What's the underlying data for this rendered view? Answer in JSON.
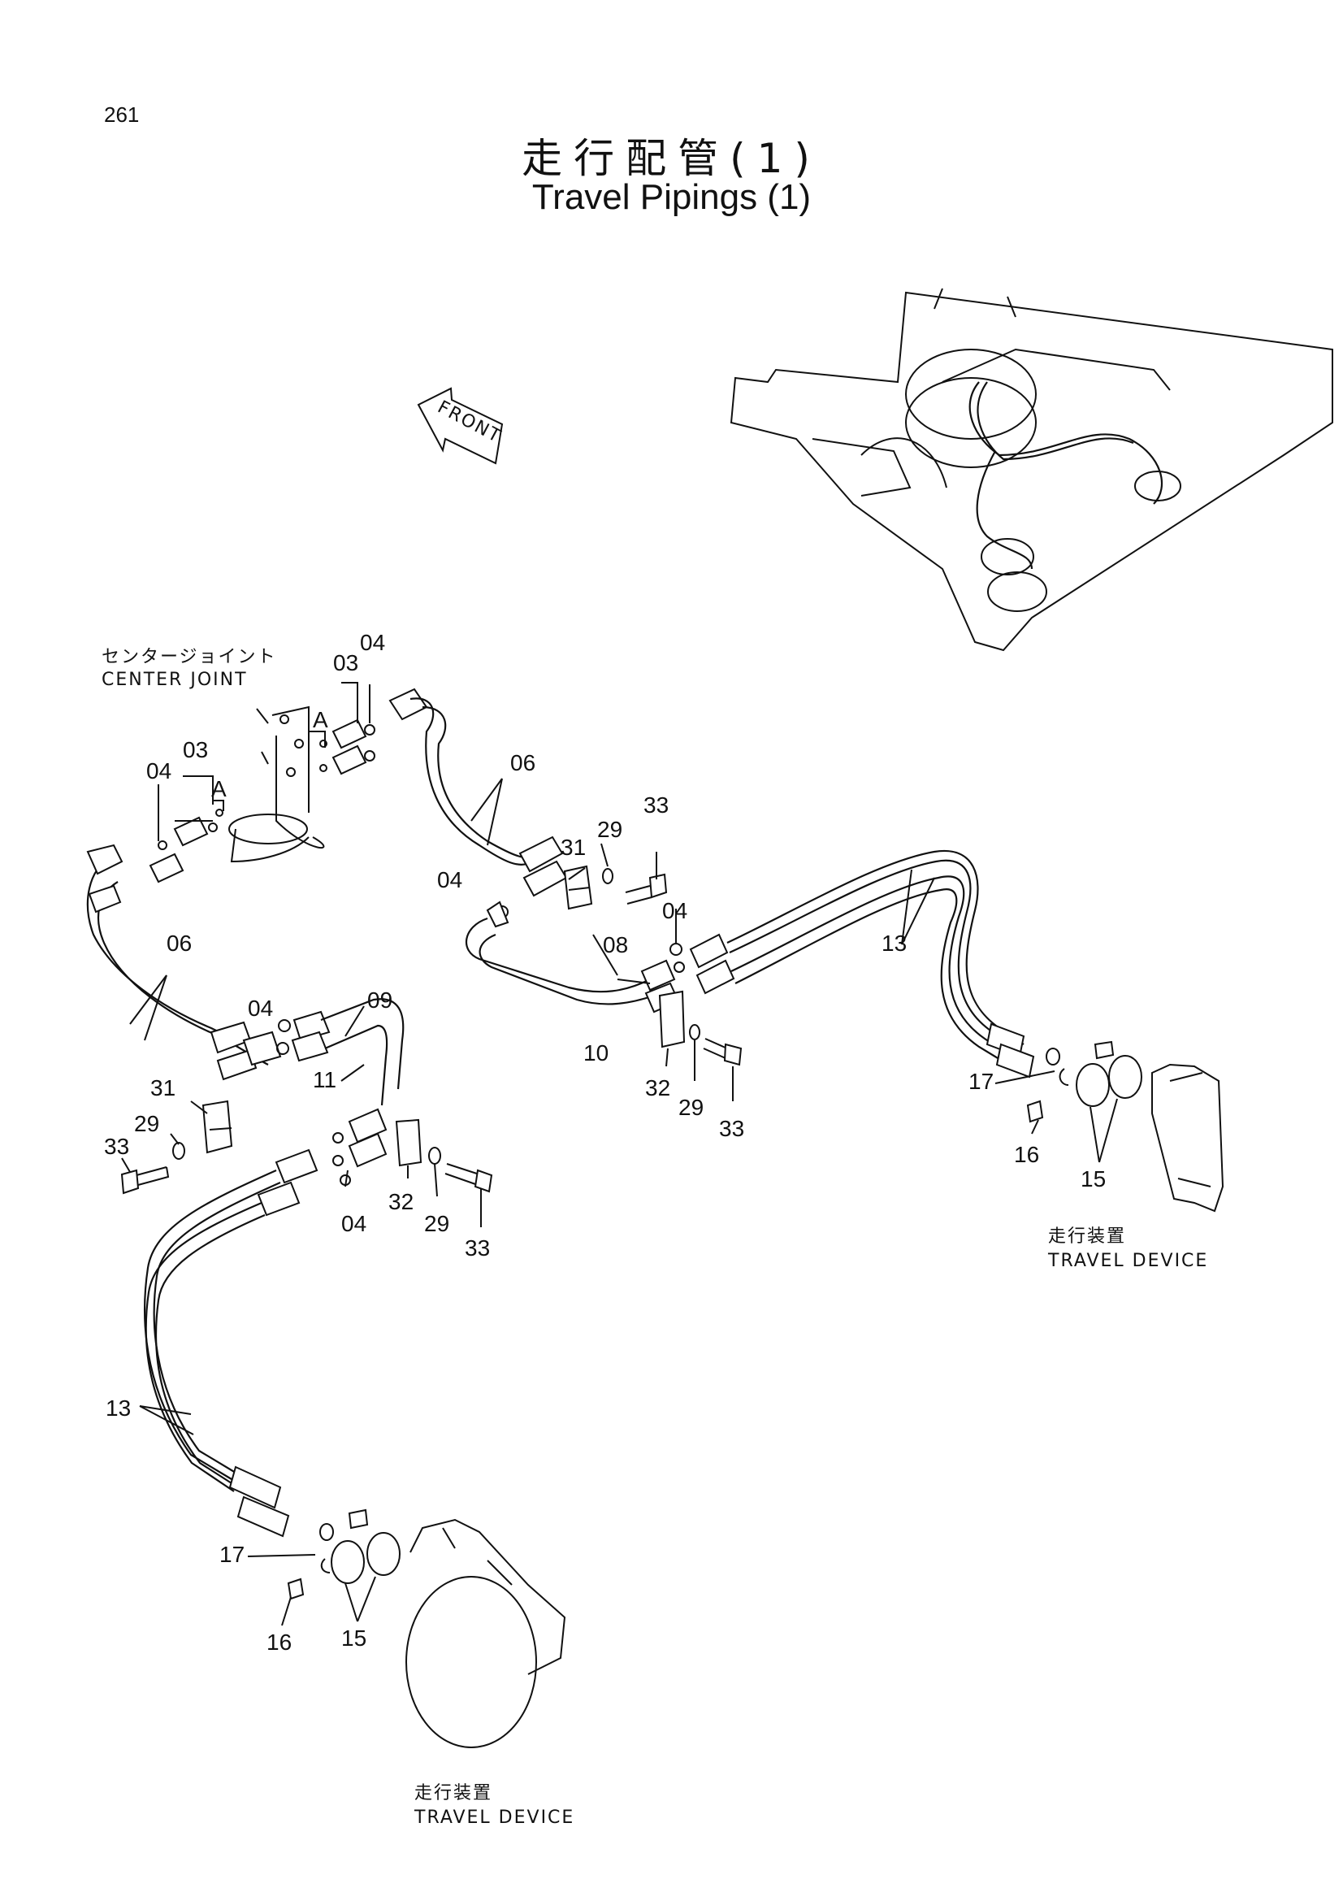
{
  "page_number": "261",
  "title_jp": "走行配管(1)",
  "title_en": "Travel Pipings (1)",
  "front_arrow_label": "FRONT",
  "center_joint": {
    "jp": "センタージョイント",
    "en": "CENTER JOINT"
  },
  "travel_device_right": {
    "jp": "走行装置",
    "en": "TRAVEL DEVICE"
  },
  "travel_device_left": {
    "jp": "走行装置",
    "en": "TRAVEL DEVICE"
  },
  "callouts": {
    "a1": "A",
    "a2": "A",
    "p03a": "03",
    "p04a": "04",
    "p03b": "03",
    "p04b": "04",
    "p06a": "06",
    "p06b": "06",
    "p04c": "04",
    "p31a": "31",
    "p29a": "29",
    "p33a": "33",
    "p04d": "04",
    "p08": "08",
    "p10": "10",
    "p13a": "13",
    "p32a": "32",
    "p29b": "29",
    "p33b": "33",
    "p04e": "04",
    "p09": "09",
    "p11": "11",
    "p31b": "31",
    "p29c": "29",
    "p33c": "33",
    "p32b": "32",
    "p04f": "04",
    "p29d": "29",
    "p33d": "33",
    "p17a": "17",
    "p16a": "16",
    "p15a": "15",
    "p13b": "13",
    "p17b": "17",
    "p16b": "16",
    "p15b": "15"
  }
}
